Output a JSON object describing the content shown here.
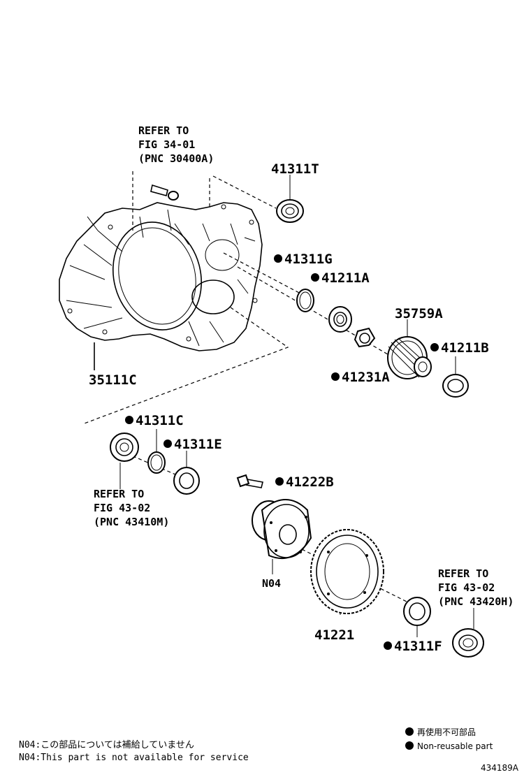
{
  "parts": {
    "p41311T": "41311T",
    "p41311G": "41311G",
    "p41211A": "41211A",
    "p35759A": "35759A",
    "p41211B": "41211B",
    "p41231A": "41231A",
    "p35111C": "35111C",
    "p41311C": "41311C",
    "p41311E": "41311E",
    "p41222B": "41222B",
    "pN04": "N04",
    "p41221": "41221",
    "p41311F": "41311F"
  },
  "refs": {
    "top": [
      "REFER TO",
      "FIG 34-01",
      "(PNC 30400A)"
    ],
    "left": [
      "REFER TO",
      "FIG 43-02",
      "(PNC 43410M)"
    ],
    "right": [
      "REFER TO",
      "FIG 43-02",
      "(PNC 43420H)"
    ]
  },
  "notes": {
    "jp": "N04:この部品については補給していません",
    "en": "N04:This part is not available for service"
  },
  "legend": {
    "jp": "再使用不可部品",
    "en": "Non-reusable part"
  },
  "figure_id": "434189A",
  "non_reusable_marker": "filled-circle"
}
